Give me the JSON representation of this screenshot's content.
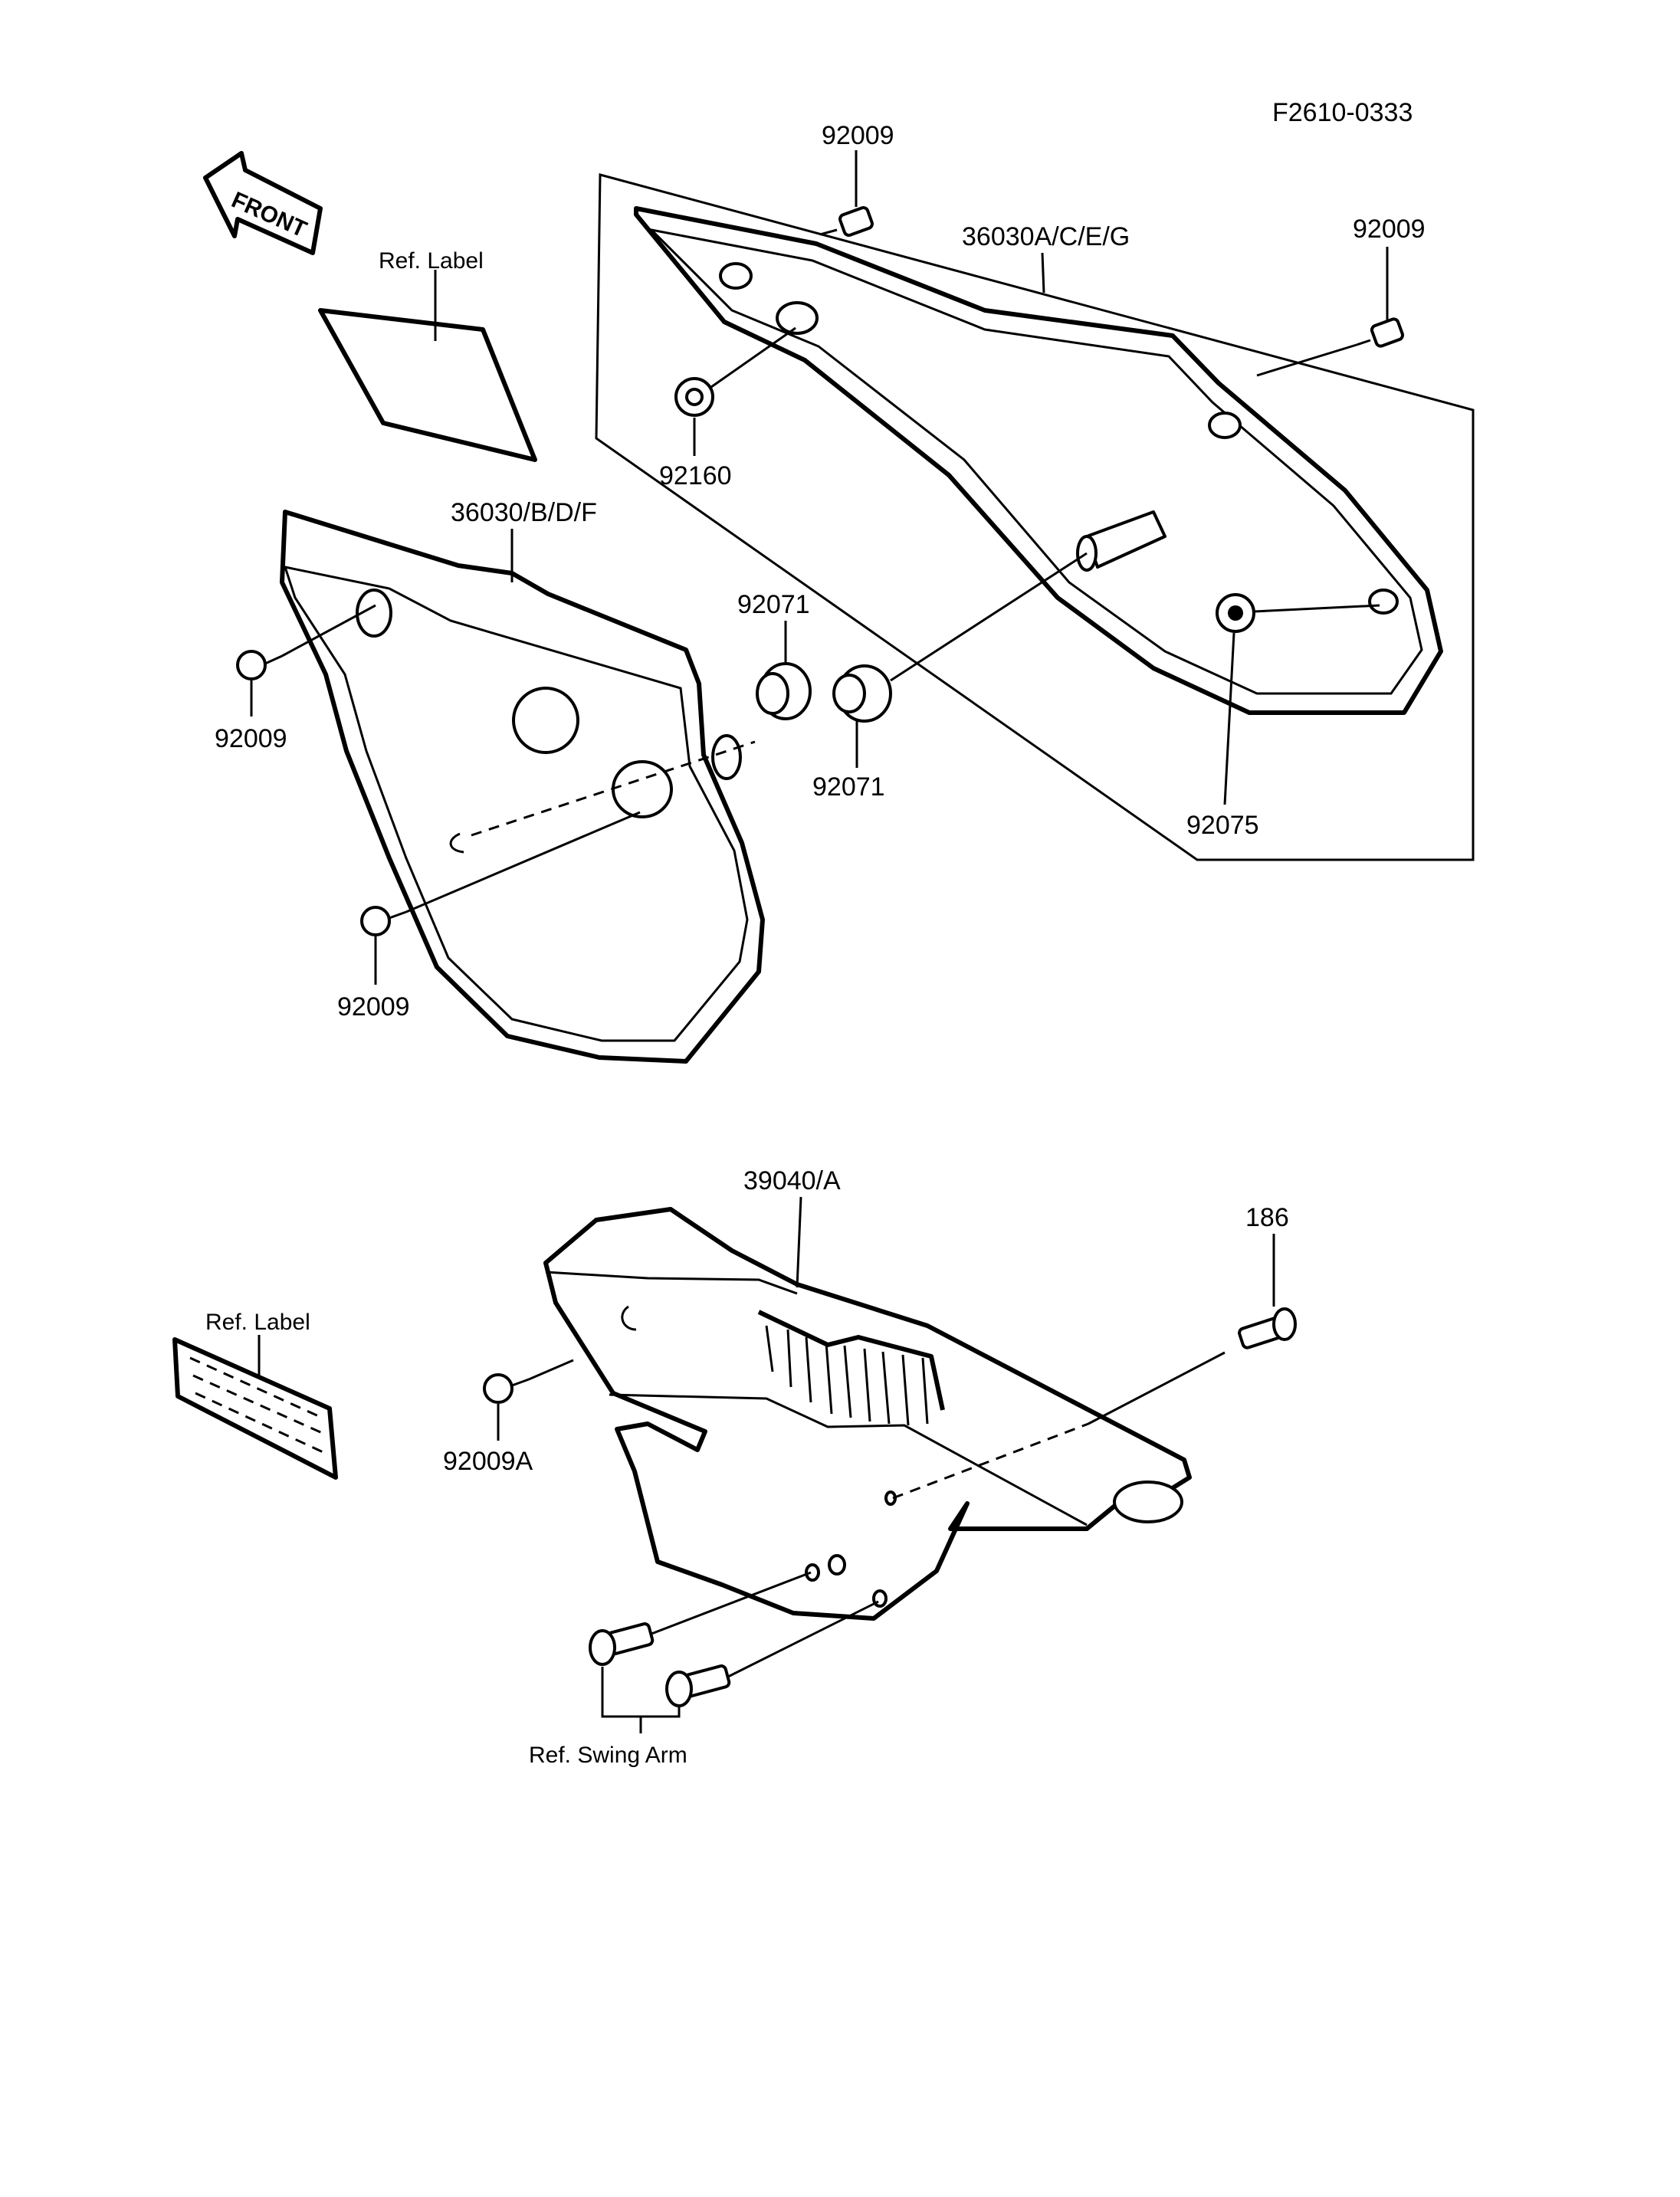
{
  "figure_code": "F2610-0333",
  "front_arrow_text": "FRONT",
  "labels": {
    "p92009_top": "92009",
    "p36030_right": "36030A/C/E/G",
    "p92009_right": "92009",
    "ref_label_top": "Ref. Label",
    "p92160": "92160",
    "p36030_left": "36030/B/D/F",
    "p92071_a": "92071",
    "p92071_b": "92071",
    "p92009_left": "92009",
    "p92075": "92075",
    "p92009_bottom": "92009",
    "p39040": "39040/A",
    "p186": "186",
    "ref_label_bottom": "Ref. Label",
    "p92009a": "92009A",
    "ref_swing_arm": "Ref. Swing Arm"
  }
}
